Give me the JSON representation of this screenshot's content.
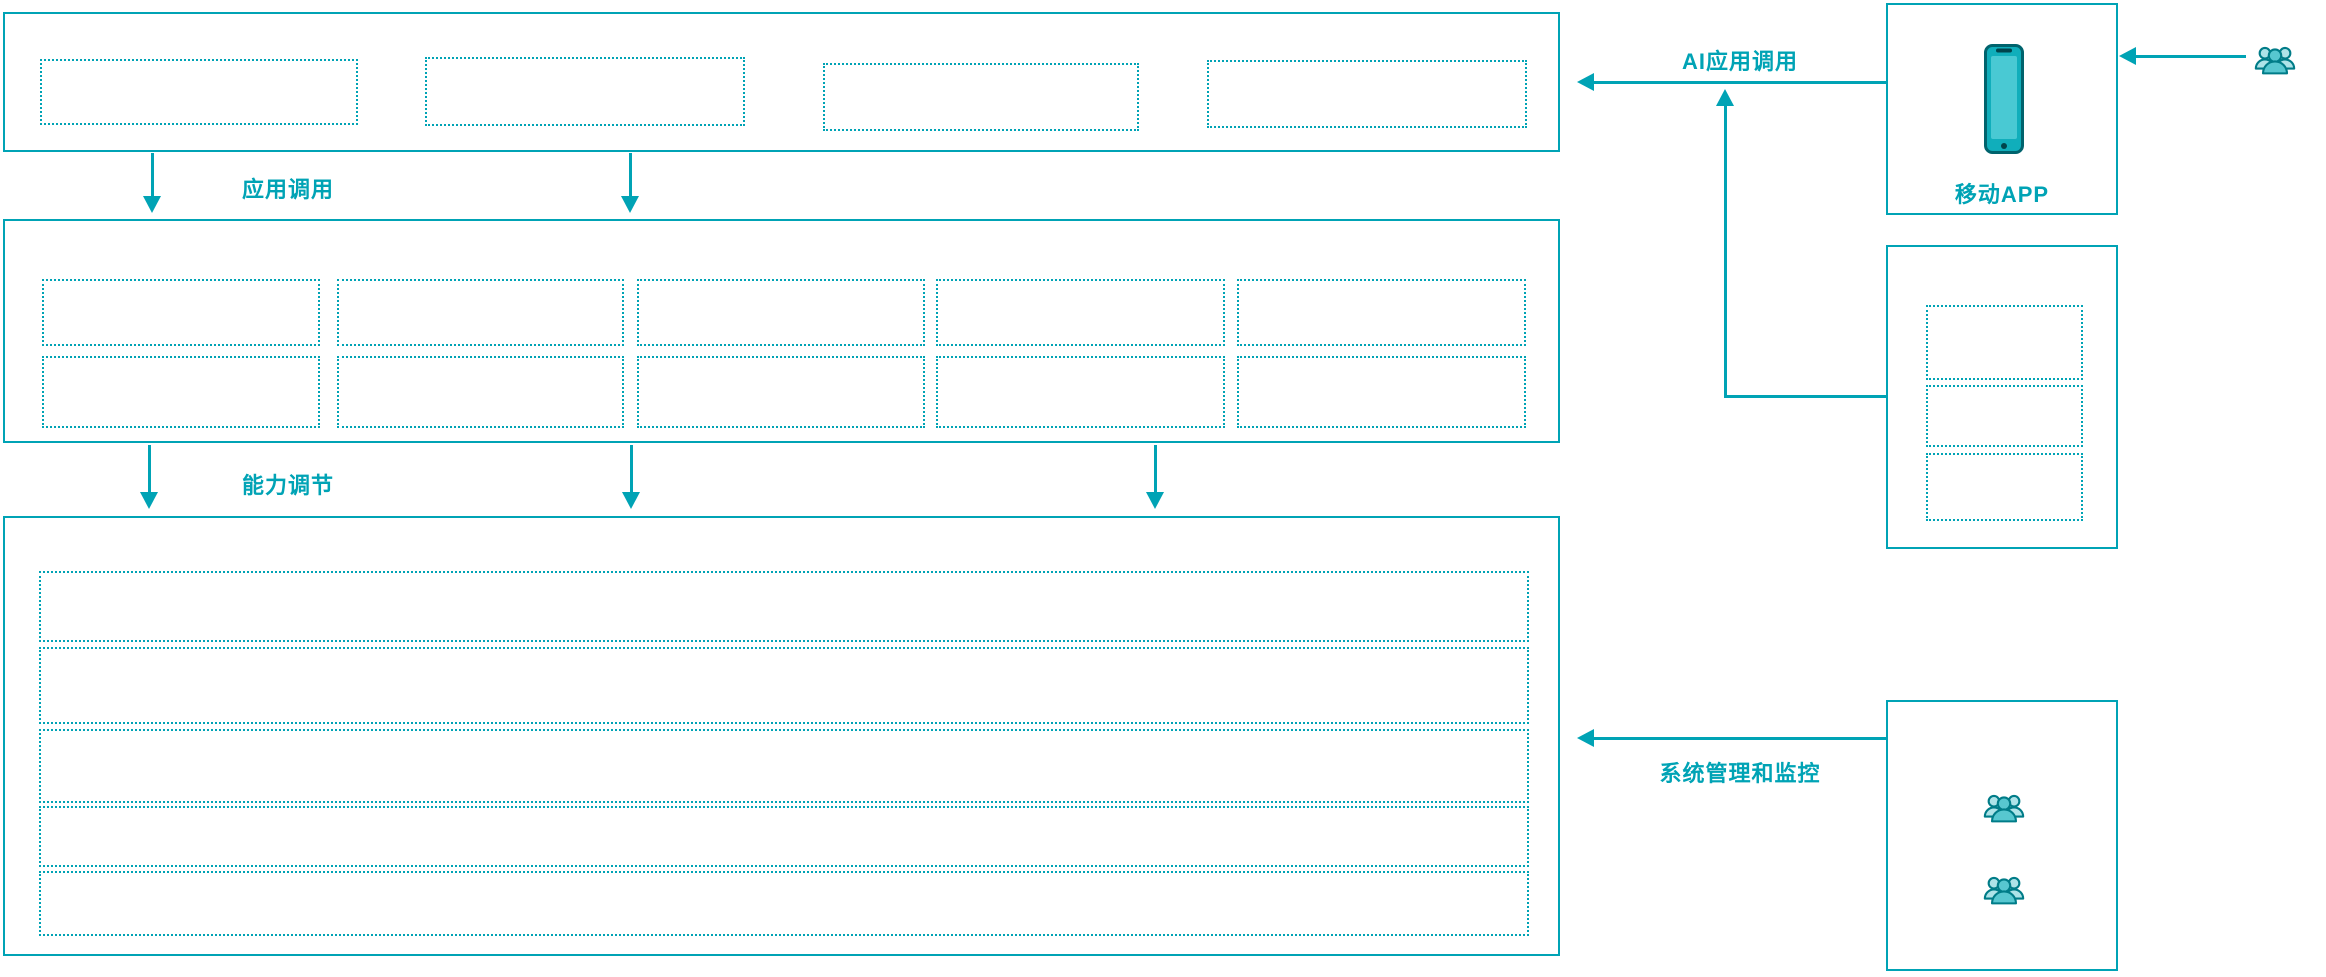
{
  "colors": {
    "accent": "#00A3B5",
    "accent_dark": "#006972",
    "background": "#FFFFFF"
  },
  "labels": {
    "app_call": "应用调用",
    "capability_adjust": "能力调节",
    "ai_app_call": "AI应用调用",
    "system_monitor": "系统管理和监控",
    "mobile_app": "移动APP"
  },
  "icons": {
    "mobile": "smartphone-icon",
    "operators": [
      "users-group-icon",
      "users-group-icon"
    ],
    "external_user": "users-group-icon"
  },
  "structure": {
    "top_layer_placeholders": 4,
    "middle_layer_rows": 2,
    "middle_layer_cols": 5,
    "bottom_layer_strips": 5,
    "right_stack_placeholders": 3
  }
}
